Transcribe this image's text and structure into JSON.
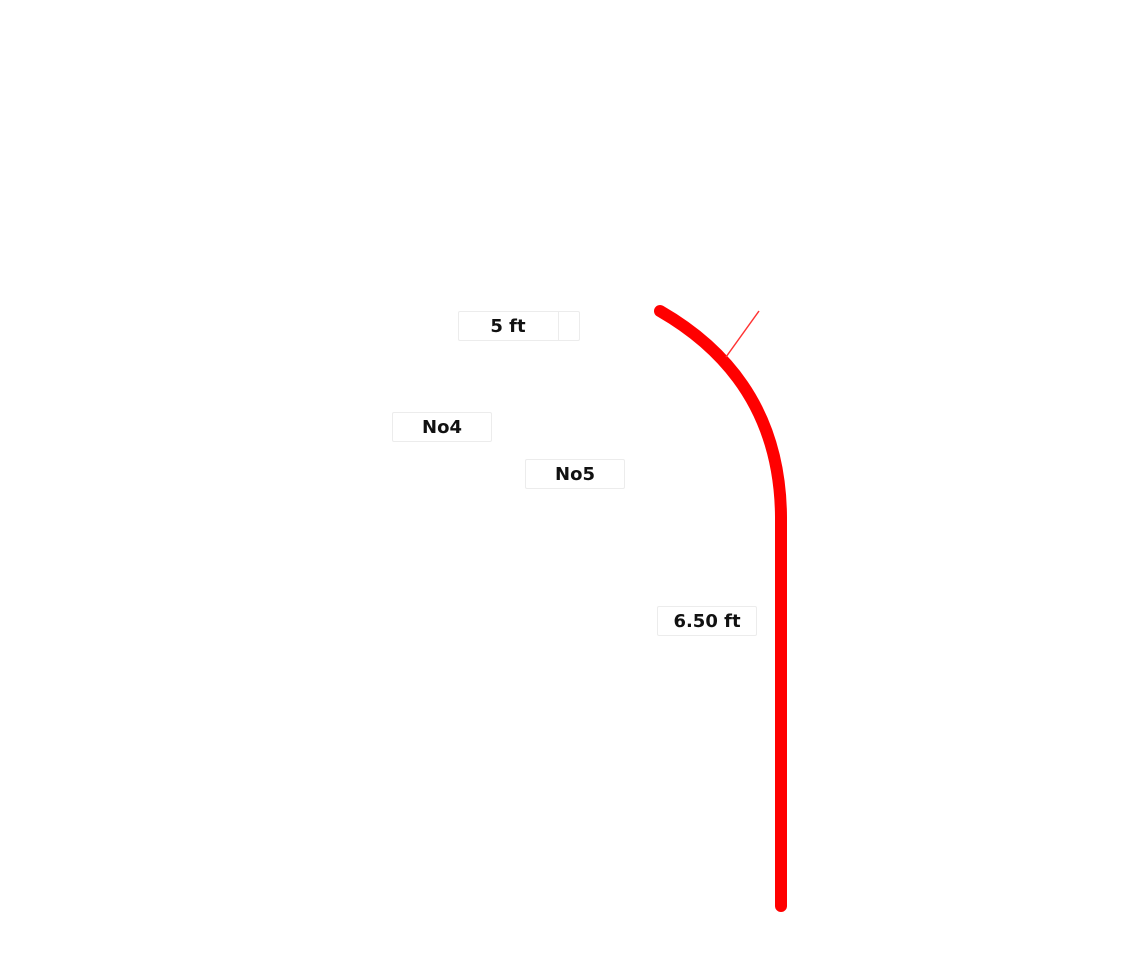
{
  "colors": {
    "path": "#ff0000",
    "guide": "#ff3333",
    "label_border": "#ececec",
    "label_text": "#111111"
  },
  "labels": {
    "top_dimension": "5 ft",
    "no4": "No4",
    "no5": "No5",
    "side_dimension": "6.50 ft"
  }
}
